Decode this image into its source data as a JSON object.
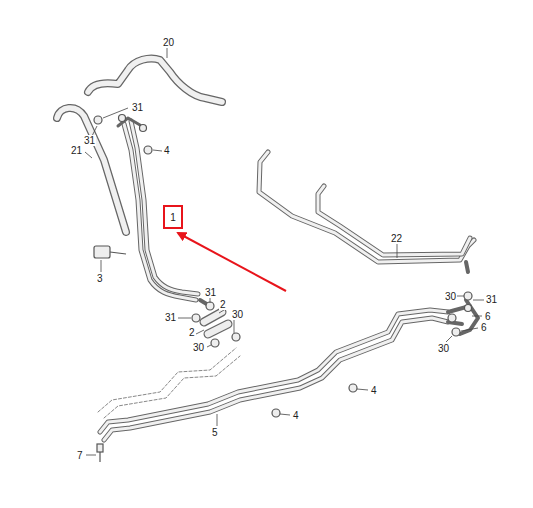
{
  "diagram": {
    "nodes": [
      {
        "text": [
          "1"
        ]
      }
    ],
    "labels": [
      "20",
      "31",
      "31",
      "4",
      "21",
      "3",
      "22",
      "31",
      "2",
      "31",
      "30",
      "2",
      "30",
      "30",
      "31",
      "6",
      "6",
      "30",
      "4",
      "4",
      "5",
      "7"
    ]
  }
}
